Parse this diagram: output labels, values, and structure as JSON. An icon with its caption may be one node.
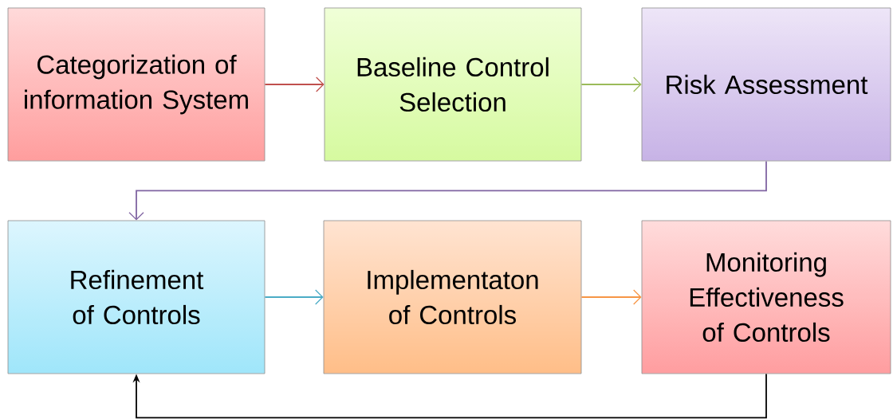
{
  "diagram": {
    "nodes": [
      {
        "text": [
          "Categorization of information System"
        ]
      },
      {
        "text": [
          "Baseline Control Selection"
        ]
      },
      {
        "text": [
          "Risk Assessment"
        ]
      },
      {
        "text": [
          "Refinement of Controls"
        ]
      },
      {
        "text": [
          "Implementaton of Controls"
        ]
      },
      {
        "text": [
          "Monitoring Effectiveness of Controls"
        ]
      }
    ],
    "edges": [
      {
        "from": 0,
        "to": 1,
        "arrow": "to",
        "color": "#c0504d"
      },
      {
        "from": 1,
        "to": 2,
        "arrow": "to",
        "color": "#9bbb59"
      },
      {
        "from": 2,
        "to": 3,
        "arrow": "to",
        "color": "#8064a2"
      },
      {
        "from": 3,
        "to": 4,
        "arrow": "to",
        "color": "#4bacc6"
      },
      {
        "from": 4,
        "to": 5,
        "arrow": "to",
        "color": "#f79646"
      },
      {
        "from": 5,
        "to": 3,
        "arrow": "to",
        "color": "#000000"
      }
    ]
  }
}
